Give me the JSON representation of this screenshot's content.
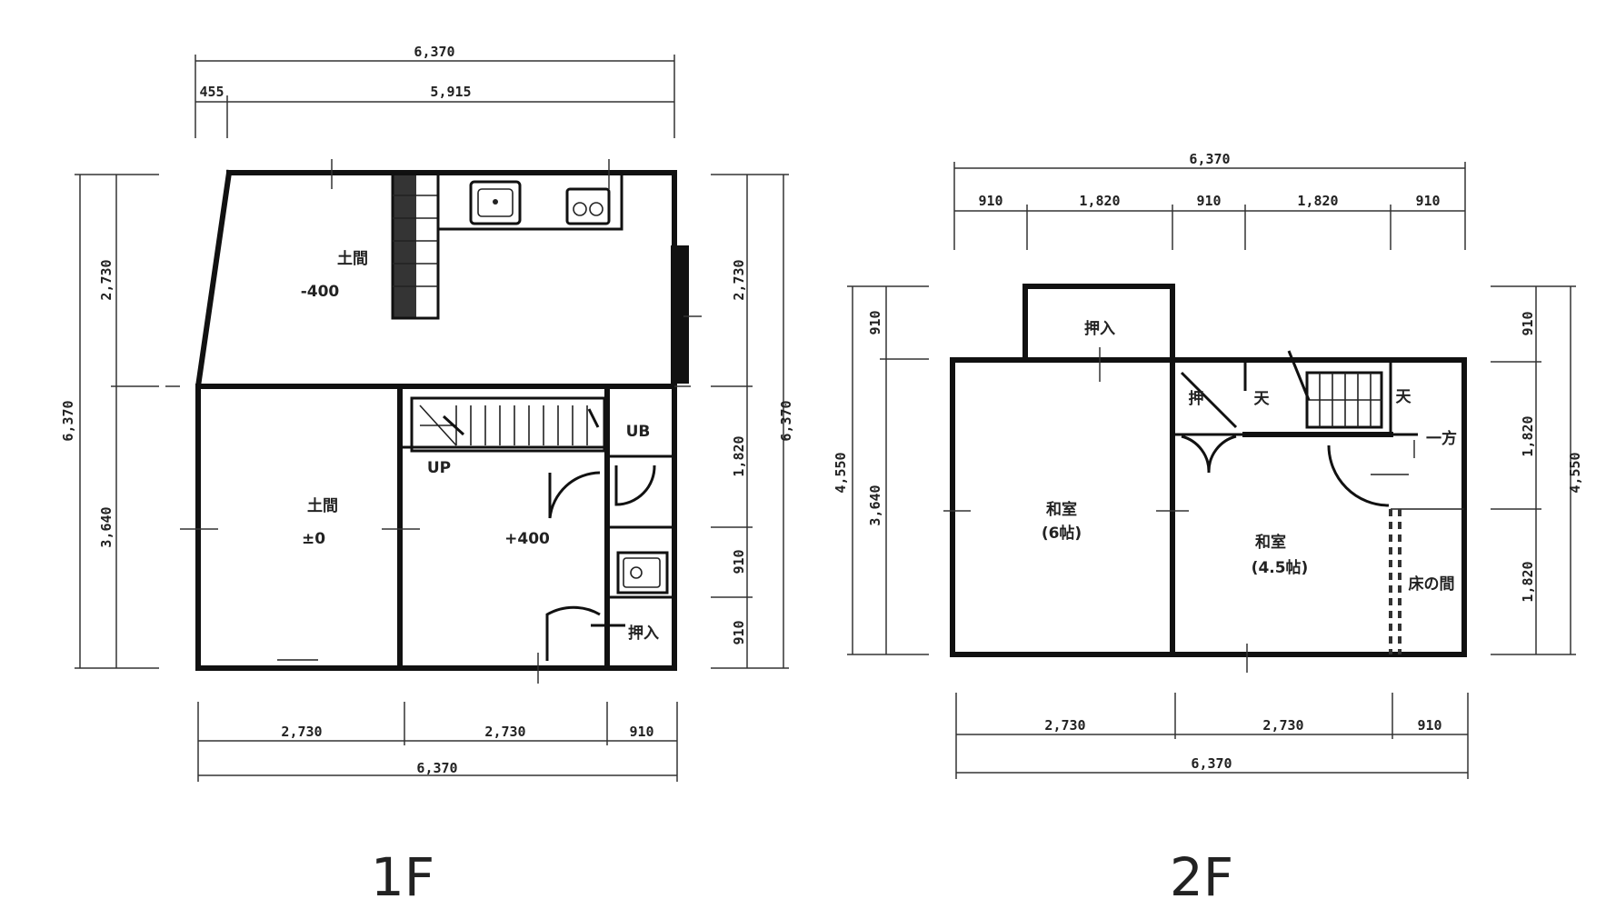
{
  "floor1": {
    "label": "1F",
    "dims": {
      "top_total": "6,370",
      "top_a": "455",
      "top_b": "5,915",
      "left_total": "6,370",
      "left_upper": "2,730",
      "left_lower": "3,640",
      "right_total": "6,370",
      "right_upper": "2,730",
      "right_mid1": "1,820",
      "right_mid2": "910",
      "right_mid3": "910",
      "bottom_a": "2,730",
      "bottom_b": "2,730",
      "bottom_c": "910",
      "bottom_total": "6,370"
    },
    "rooms": {
      "doma_upper": "土間",
      "doma_upper_level": "-400",
      "doma_lower": "土間",
      "doma_lower_level": "±0",
      "center_level": "+400",
      "ub": "UB",
      "up": "UP",
      "oshiire": "押入"
    }
  },
  "floor2": {
    "label": "2F",
    "dims": {
      "top_total": "6,370",
      "top_a": "910",
      "top_b": "1,820",
      "top_c": "910",
      "top_d": "1,820",
      "top_e": "910",
      "left_total": "4,550",
      "left_upper": "910",
      "left_lower": "3,640",
      "right_total": "4,550",
      "right_upper": "910",
      "right_mid": "1,820",
      "right_lower": "1,820",
      "bottom_a": "2,730",
      "bottom_b": "2,730",
      "bottom_c": "910",
      "bottom_total": "6,370"
    },
    "rooms": {
      "oshiire": "押入",
      "washitsu_left": "和室",
      "washitsu_left_size": "(6帖)",
      "washitsu_right": "和室",
      "washitsu_right_size": "(4.5帖)",
      "tokonoma": "床の間",
      "small_left": "押",
      "small_mid": "天",
      "small_right": "天",
      "arrow_label": "一方"
    }
  }
}
